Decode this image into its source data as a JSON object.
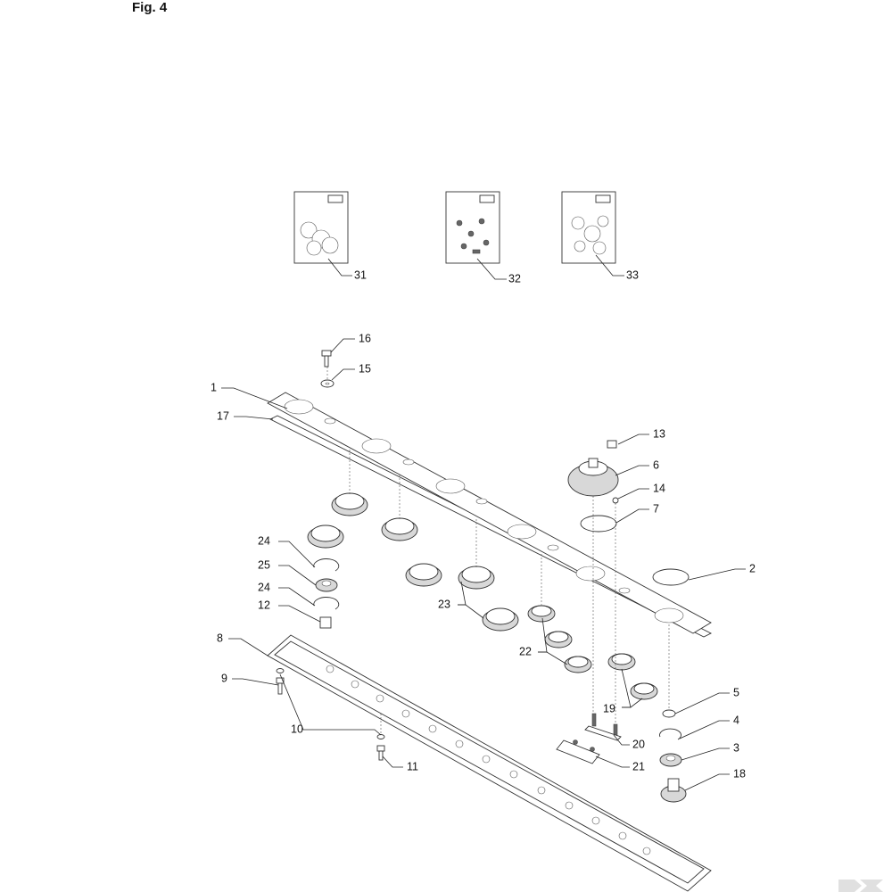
{
  "figure": {
    "title": "Fig. 4"
  },
  "callouts": {
    "c1": "1",
    "c2": "2",
    "c3": "3",
    "c4": "4",
    "c5": "5",
    "c6": "6",
    "c7": "7",
    "c8": "8",
    "c9": "9",
    "c10": "10",
    "c11": "11",
    "c12": "12",
    "c13": "13",
    "c14": "14",
    "c15": "15",
    "c16": "16",
    "c17": "17",
    "c18": "18",
    "c19": "19",
    "c20": "20",
    "c21": "21",
    "c22": "22",
    "c23": "23",
    "c24a": "24",
    "c24b": "24",
    "c25": "25",
    "c31": "31",
    "c32": "32",
    "c33": "33"
  },
  "colors": {
    "line": "#333333",
    "fill": "#d8d8d8",
    "bag": "#ededed",
    "watermark": "#e0e0e0"
  }
}
